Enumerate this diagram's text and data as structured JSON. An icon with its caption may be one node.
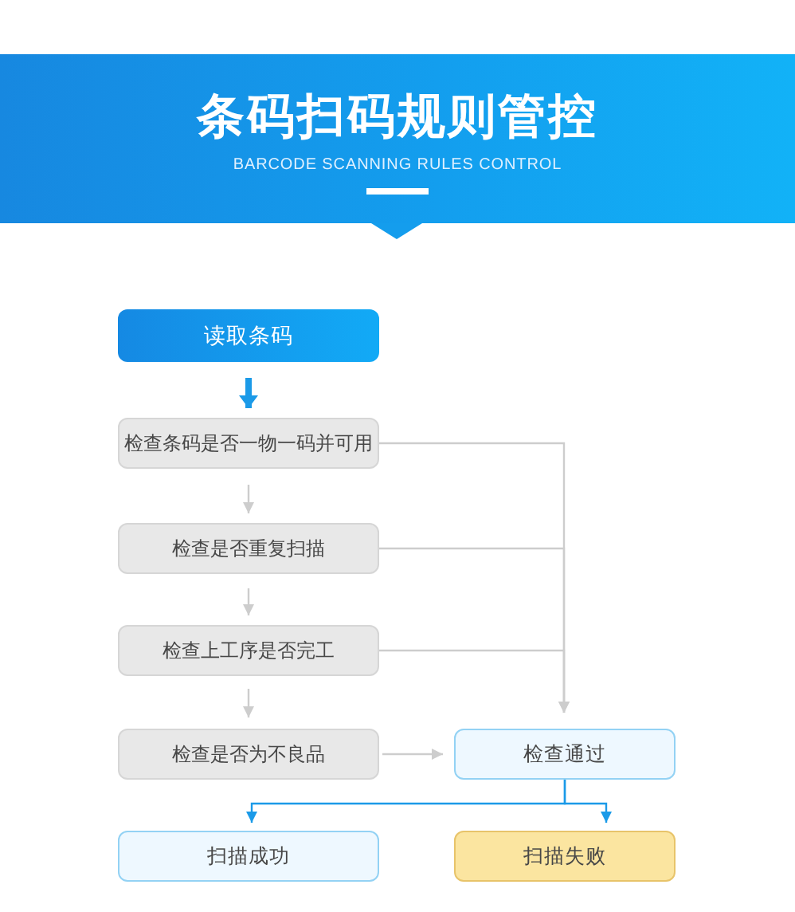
{
  "diagram": {
    "title": "条码扫码规则管控",
    "nodes": [
      {
        "text": [
          "读取条码"
        ]
      },
      {
        "text": [
          "检查条码是否一物一码并可用"
        ]
      },
      {
        "text": [
          "检查是否重复扫描"
        ]
      },
      {
        "text": [
          "检查上工序是否完工"
        ]
      },
      {
        "text": [
          "检查是否为不良品"
        ]
      },
      {
        "text": [
          "检查通过"
        ]
      },
      {
        "text": [
          "扫描成功"
        ]
      },
      {
        "text": [
          "扫描失败"
        ]
      }
    ],
    "edges": [
      {
        "from": 0,
        "to": 1,
        "arrow": "to",
        "style": "thick",
        "color": "#1b9ae8"
      },
      {
        "from": 1,
        "to": 2,
        "arrow": "to"
      },
      {
        "from": 2,
        "to": 3,
        "arrow": "to"
      },
      {
        "from": 3,
        "to": 4,
        "arrow": "to"
      },
      {
        "from": 1,
        "to": 5,
        "arrow": "to"
      },
      {
        "from": 2,
        "to": 5,
        "arrow": "to"
      },
      {
        "from": 3,
        "to": 5,
        "arrow": "to"
      },
      {
        "from": 4,
        "to": 5,
        "arrow": "to"
      },
      {
        "from": 5,
        "to": 6,
        "arrow": "to",
        "color": "#1b9ae8"
      },
      {
        "from": 5,
        "to": 7,
        "arrow": "to",
        "color": "#1b9ae8"
      }
    ],
    "labels": [
      "BARCODE SCANNING RULES CONTROL"
    ]
  }
}
